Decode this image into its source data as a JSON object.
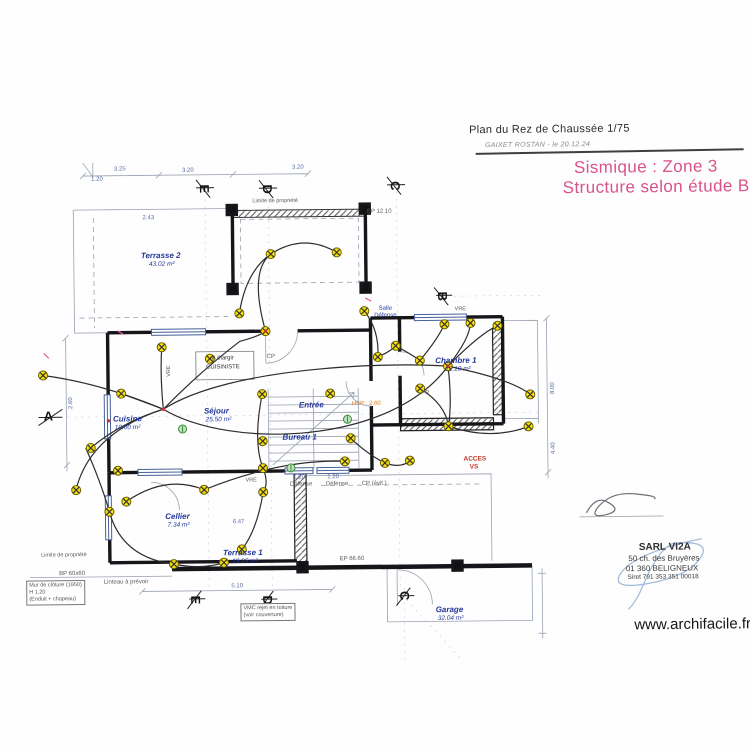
{
  "header": {
    "title": "Plan du Rez de Chaussée 1/75",
    "subtitle": "GAIXET ROSTAN - le 20.12.24"
  },
  "seismic": {
    "line1": "Sismique : Zone 3",
    "line2": "Structure selon étude BA"
  },
  "plan": {
    "rooms": [
      {
        "name": "Terrasse 2",
        "area": "43.02 m²"
      },
      {
        "name": "Cuisine",
        "area": "10.00 m²"
      },
      {
        "name": "Séjour",
        "area": "25.50 m²"
      },
      {
        "name": "Entrée",
        "area": ""
      },
      {
        "name": "Bureau 1",
        "area": ""
      },
      {
        "name": "Chambre 1",
        "area": "12.10 m²"
      },
      {
        "name": "Cellier",
        "area": "7.34 m²"
      },
      {
        "name": "Terrasse 1",
        "area": "19.95 m²"
      },
      {
        "name": "Garage",
        "area": "32.04 m²"
      }
    ],
    "labels": [
      "Limite de propriété",
      "EP 12.10",
      "Salle",
      "Défense",
      "VRE",
      "VRE",
      "VRE",
      "PP",
      "CP",
      "HSP : 2.60",
      "A élargir",
      "CUISINISTE",
      "Défense",
      "Défense",
      "CP (évit.)",
      "ACCES",
      "VS",
      "Limite de propriété",
      "BP 60x60",
      "Linteau à prévoir",
      "EP 66.60"
    ],
    "dims": [
      "3.25",
      "1.20",
      "3.20",
      "3.20",
      "2.43",
      "1.20",
      "1.20",
      "5.10",
      "8.00",
      "4.40",
      "2.60",
      "6.47"
    ],
    "markers": [
      "E",
      "D",
      "C",
      "B",
      "A",
      "E",
      "D",
      "C"
    ],
    "notes": {
      "wall": [
        "Mur de clôture (1950)",
        "H 1.20",
        "(Enduit + chapeau)"
      ],
      "vmc": [
        "VMC rejet en toiture",
        "(voir couverture)"
      ]
    }
  },
  "brand": {
    "company": "SARL VI2A",
    "address1": "50 ch. des Bruyères",
    "address2": "01 360 BELIGNEUX",
    "siret": "Siret 791 353 351 00018",
    "website": "www.archifacile.fr"
  },
  "colors": {
    "seismic_text": "#d9538a",
    "room_label": "#23379b",
    "symbol_yellow": "#f6df0a",
    "access_red": "#c0392b"
  }
}
